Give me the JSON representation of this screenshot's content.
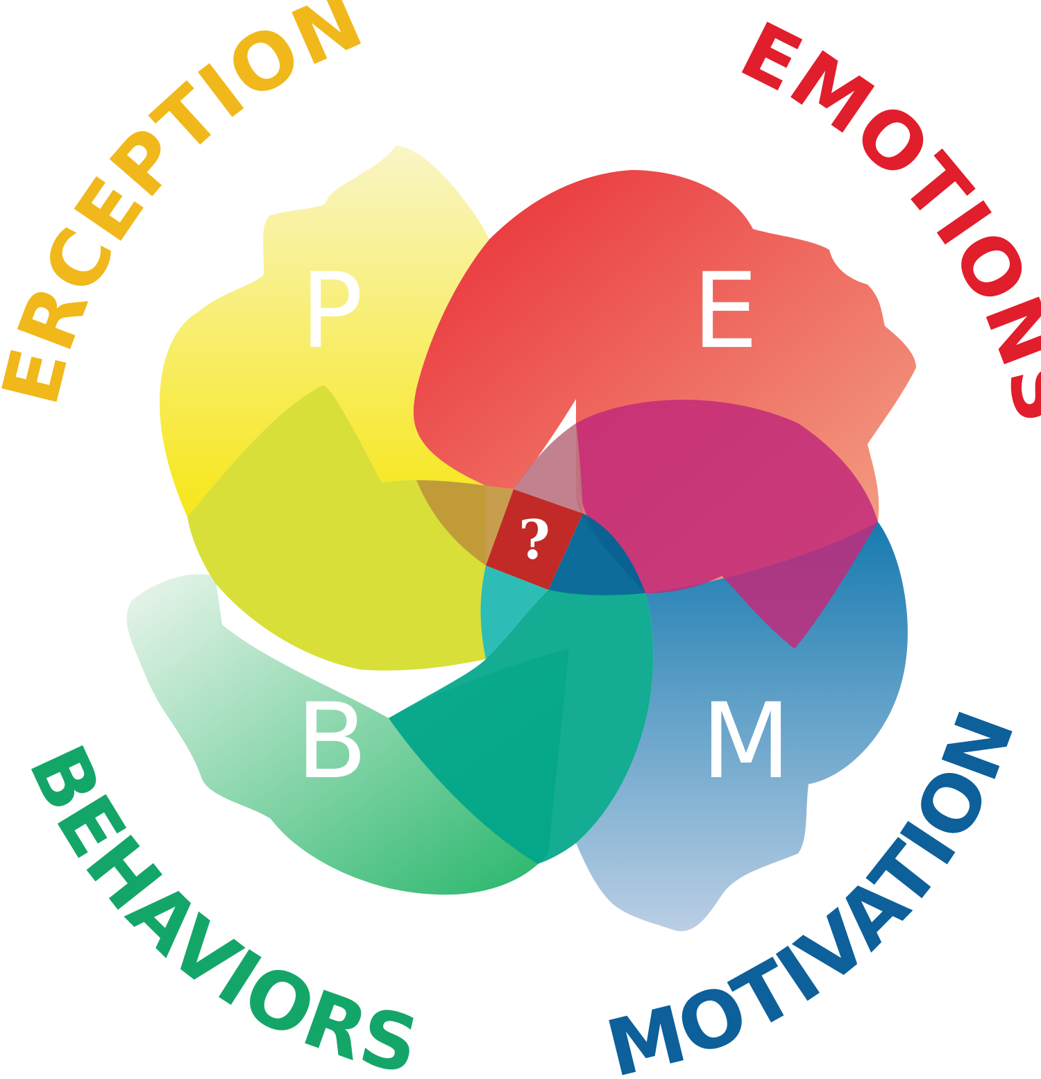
{
  "diagram": {
    "quadrants": [
      {
        "id": "perceptions",
        "letter": "P",
        "label": "PERCEPTIONS",
        "color": "#f0b81a",
        "fill_start": "#f9f4c0",
        "fill_end": "#f6e400"
      },
      {
        "id": "emotions",
        "letter": "E",
        "label": "EMOTIONS",
        "color": "#e11e2c",
        "fill_start": "#e8202a",
        "fill_end": "#f3a585"
      },
      {
        "id": "motivations",
        "letter": "M",
        "label": "MOTIVATIONS",
        "color": "#0d609a",
        "fill_start": "#0a73ac",
        "fill_end": "#b7cce3"
      },
      {
        "id": "behaviors",
        "letter": "B",
        "label": "BEHAVIORS",
        "color": "#14a669",
        "fill_start": "#eaf5ec",
        "fill_end": "#0fae5a"
      }
    ],
    "center": {
      "symbol": "?",
      "color": "#c12a26"
    }
  }
}
